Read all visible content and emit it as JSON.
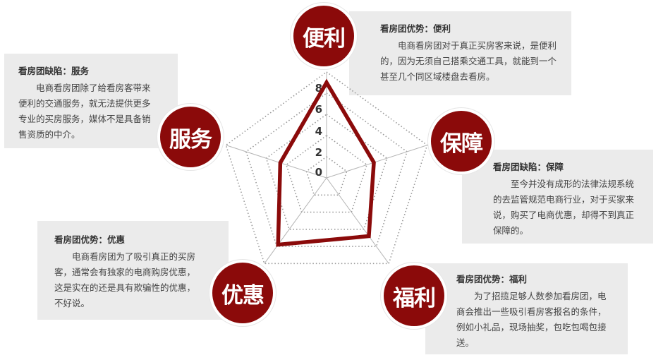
{
  "chart_data": {
    "type": "radar",
    "title": "",
    "categories": [
      "便利",
      "保障",
      "福利",
      "优惠",
      "服务"
    ],
    "values": [
      9.0,
      4.7,
      6.8,
      7.8,
      4.6
    ],
    "radial_ticks": [
      "0",
      "2",
      "4",
      "6",
      "8"
    ],
    "rmax": 10,
    "grid": "dotted pentagon rings",
    "series_color": "#8b0a0a"
  },
  "colors": {
    "accent": "#8b0a0a",
    "box_bg": "#ebebeb",
    "text": "#444444"
  },
  "cards": {
    "bianli": {
      "badge": "便利",
      "title": "看房团优势：便利",
      "body": "电商看房团对于真正买房客来说，是便利的，因为无须自己搭乘交通工具，就能到一个甚至几个同区域楼盘去看房。"
    },
    "baozhang": {
      "badge": "保障",
      "title": "看房团缺陷：保障",
      "body": "至今并没有成形的法律法规系统的去监管规范电商行业，对于买家来说，购买了电商优惠，却得不到真正保障的。"
    },
    "fuli": {
      "badge": "福利",
      "title": "看房团优势：福利",
      "body": "为了招揽足够人数参加看房团，电商会推出一些吸引看房客报名的条件，例如小礼品，现场抽奖，包吃包喝包接送。"
    },
    "youhui": {
      "badge": "优惠",
      "title": "看房团优势：优惠",
      "body": "电商看房团为了吸引真正的买房客，通常会有独家的电商购房优惠，这是实在的还是具有欺骗性的优惠，不好说。"
    },
    "fuwu": {
      "badge": "服务",
      "title": "看房团缺陷：服务",
      "body": "电商看房团除了给看房客带来便利的交通服务，就无法提供更多专业的买房服务，媒体不是具备销售资质的中介。"
    }
  }
}
